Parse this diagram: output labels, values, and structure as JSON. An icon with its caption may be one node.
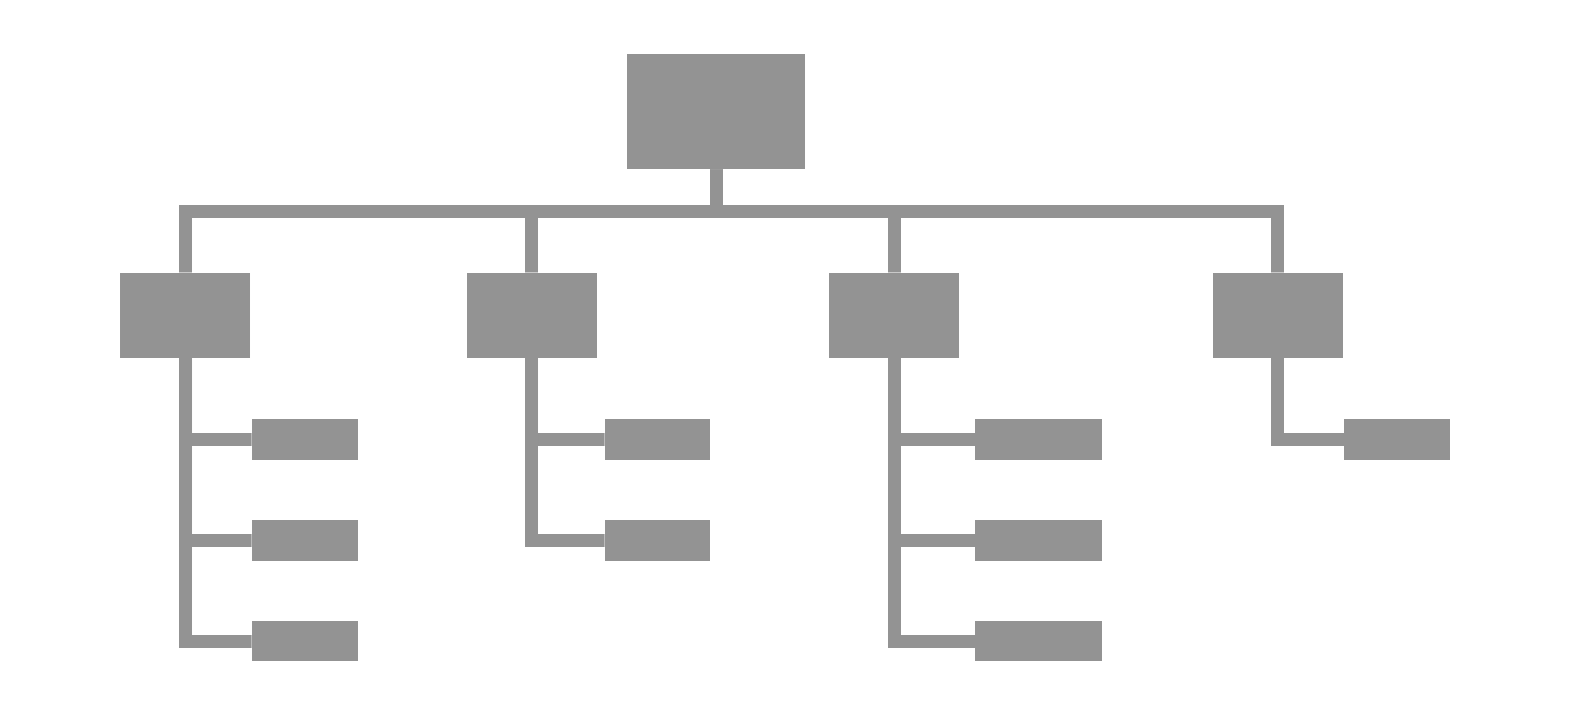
{
  "diagram": {
    "nodes": [
      {
        "text": [],
        "shape": "box"
      },
      {
        "text": [],
        "shape": "box"
      },
      {
        "text": [],
        "shape": "box"
      },
      {
        "text": [],
        "shape": "box"
      },
      {
        "text": [],
        "shape": "box"
      },
      {
        "text": [],
        "shape": "box"
      },
      {
        "text": [],
        "shape": "box"
      },
      {
        "text": [],
        "shape": "box"
      },
      {
        "text": [],
        "shape": "box"
      },
      {
        "text": [],
        "shape": "box"
      },
      {
        "text": [],
        "shape": "box"
      },
      {
        "text": [],
        "shape": "box"
      },
      {
        "text": [],
        "shape": "box"
      },
      {
        "text": [],
        "shape": "box"
      }
    ],
    "edges": [
      {
        "from": 0,
        "to": 1,
        "arrow": "none"
      },
      {
        "from": 0,
        "to": 2,
        "arrow": "none"
      },
      {
        "from": 0,
        "to": 3,
        "arrow": "none"
      },
      {
        "from": 0,
        "to": 4,
        "arrow": "none"
      },
      {
        "from": 1,
        "to": 5,
        "arrow": "none"
      },
      {
        "from": 1,
        "to": 6,
        "arrow": "none"
      },
      {
        "from": 1,
        "to": 7,
        "arrow": "none"
      },
      {
        "from": 2,
        "to": 8,
        "arrow": "none"
      },
      {
        "from": 2,
        "to": 9,
        "arrow": "none"
      },
      {
        "from": 3,
        "to": 10,
        "arrow": "none"
      },
      {
        "from": 3,
        "to": 11,
        "arrow": "none"
      },
      {
        "from": 3,
        "to": 12,
        "arrow": "none"
      },
      {
        "from": 4,
        "to": 13,
        "arrow": "none"
      }
    ]
  }
}
